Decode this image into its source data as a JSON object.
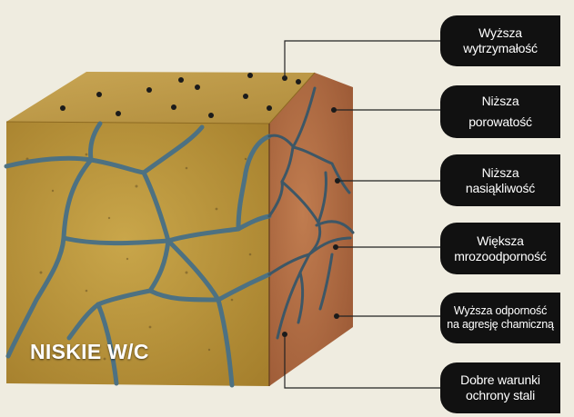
{
  "cube": {
    "title": "NISKIE W/C"
  },
  "labels": [
    {
      "line1": "Wyższa",
      "line2": "wytrzymałość"
    },
    {
      "line1": "Niższa",
      "line2": "porowatość"
    },
    {
      "line1": "Niższa",
      "line2": "nasiąkliwość"
    },
    {
      "line1": "Większa",
      "line2": "mrozoodporność"
    },
    {
      "line1": "Wyższa odporność",
      "line2": "na agresję chamiczną"
    },
    {
      "line1": "Dobre warunki",
      "line2": "ochrony stali"
    }
  ],
  "colors": {
    "background": "#efece0",
    "front_face": "#b99638",
    "top_face": "#bf9d45",
    "side_face": "#b06e46",
    "cracks": "#4d7182",
    "label_bg": "#111111",
    "label_text": "#ffffff"
  }
}
